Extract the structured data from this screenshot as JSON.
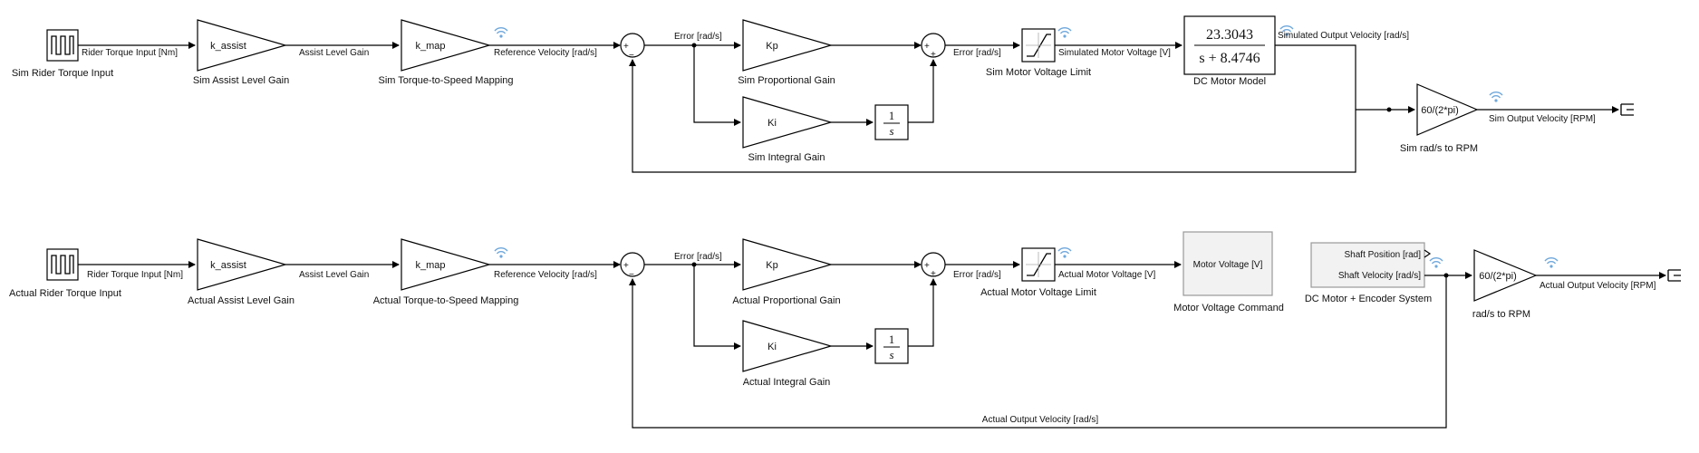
{
  "colors": {
    "wire": "#000000",
    "block_fill": "#ffffff",
    "subsystem_fill": "#f2f2f2",
    "wifi": "#6fa8dc"
  },
  "icons": {
    "pulse": "pulse-generator-icon",
    "wifi": "signal-log-icon",
    "saturation": "saturation-icon",
    "terminator": "terminator-icon"
  },
  "sim": {
    "source_name": "Sim Rider Torque Input",
    "sig_torque": "Rider Torque Input [Nm]",
    "assist_block": "k_assist",
    "assist_name": "Sim Assist Level Gain",
    "sig_assist": "Assist Level Gain",
    "map_block": "k_map",
    "map_name": "Sim Torque-to-Speed Mapping",
    "sig_ref": "Reference Velocity [rad/s]",
    "sum1_plus": "+",
    "sum1_minus": "−",
    "sig_error": "Error [rad/s]",
    "kp_block": "Kp",
    "kp_name": "Sim Proportional Gain",
    "ki_block": "Ki",
    "ki_name": "Sim Integral Gain",
    "int_num": "1",
    "int_den": "s",
    "sum2_plus1": "+",
    "sum2_plus2": "+",
    "sig_error2": "Error [rad/s]",
    "limit_name": "Sim Motor Voltage Limit",
    "sig_voltage": "Simulated Motor Voltage [V]",
    "tf_num": "23.3043",
    "tf_den": "s + 8.4746",
    "tf_name": "DC Motor Model",
    "sig_out": "Simulated Output Velocity [rad/s]",
    "rpm_block": "60/(2*pi)",
    "rpm_name": "Sim rad/s to RPM",
    "sig_rpm": "Sim Output Velocity [RPM]"
  },
  "actual": {
    "source_name": "Actual Rider Torque Input",
    "sig_torque": "Rider Torque Input [Nm]",
    "assist_block": "k_assist",
    "assist_name": "Actual Assist Level Gain",
    "sig_assist": "Assist Level Gain",
    "map_block": "k_map",
    "map_name": "Actual Torque-to-Speed Mapping",
    "sig_ref": "Reference Velocity [rad/s]",
    "sum1_plus": "+",
    "sum1_minus": "−",
    "sig_error": "Error [rad/s]",
    "kp_block": "Kp",
    "kp_name": "Actual Proportional Gain",
    "ki_block": "Ki",
    "ki_name": "Actual Integral Gain",
    "int_num": "1",
    "int_den": "s",
    "sum2_plus1": "+",
    "sum2_plus2": "+",
    "sig_error2": "Error [rad/s]",
    "limit_name": "Actual Motor Voltage Limit",
    "sig_voltage": "Actual Motor Voltage [V]",
    "cmd_port": "Motor Voltage [V]",
    "cmd_name": "Motor Voltage Command",
    "enc_port1": "Shaft Position [rad]",
    "enc_port2": "Shaft Velocity [rad/s]",
    "enc_name": "DC Motor + Encoder System",
    "rpm_block": "60/(2*pi)",
    "rpm_name": "rad/s to RPM",
    "sig_rpm": "Actual Output Velocity [RPM]",
    "sig_feedback": "Actual Output Velocity [rad/s]"
  }
}
